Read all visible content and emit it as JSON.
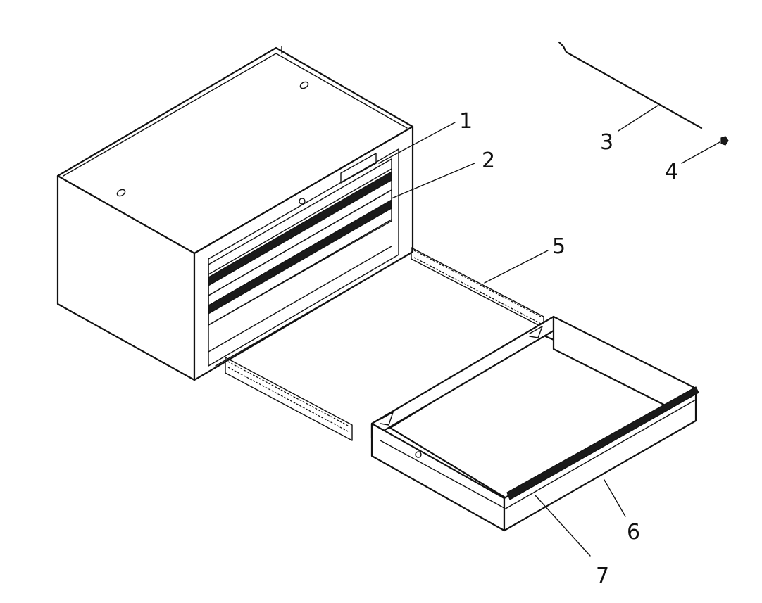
{
  "callouts": [
    {
      "id": "part-1",
      "label": "1"
    },
    {
      "id": "part-2",
      "label": "2"
    },
    {
      "id": "part-3",
      "label": "3"
    },
    {
      "id": "part-4",
      "label": "4"
    },
    {
      "id": "part-5",
      "label": "5"
    },
    {
      "id": "part-6",
      "label": "6"
    },
    {
      "id": "part-7",
      "label": "7"
    }
  ],
  "colors": {
    "line": "#111111",
    "background": "#ffffff"
  }
}
